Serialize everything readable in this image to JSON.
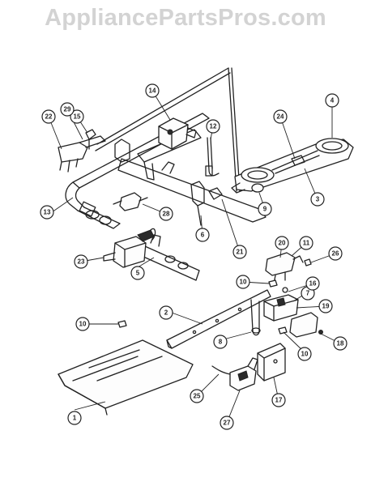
{
  "watermark": "AppliancePartsPros.com",
  "callouts": [
    "1",
    "2",
    "3",
    "4",
    "5",
    "6",
    "7",
    "8",
    "9",
    "10",
    "10",
    "10",
    "11",
    "12",
    "13",
    "14",
    "15",
    "16",
    "17",
    "18",
    "19",
    "20",
    "21",
    "22",
    "23",
    "24",
    "25",
    "26",
    "27",
    "28",
    "29"
  ]
}
